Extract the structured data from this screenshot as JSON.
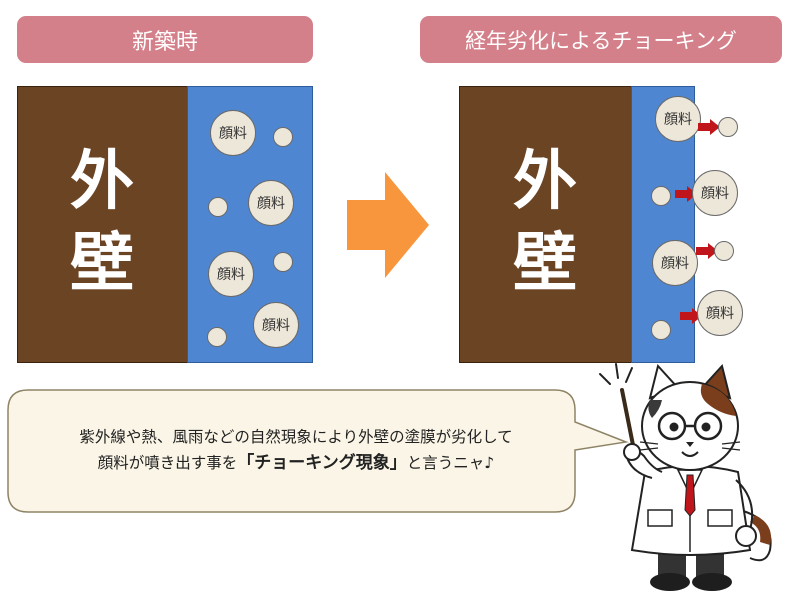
{
  "labels": {
    "new": "新築時",
    "aged": "経年劣化によるチョーキング"
  },
  "wall": {
    "line1": "外",
    "line2": "壁"
  },
  "pigment": "顔料",
  "speech": {
    "line1": "紫外線や熱、風雨などの自然現象により外壁の塗膜が劣化して",
    "line2_pre": "顔料が噴き出す事を",
    "line2_highlight": "「チョーキング現象」",
    "line2_post": "と言うニャ♪"
  },
  "colors": {
    "label_bg": "#d4808a",
    "wall": "#6b4424",
    "coating": "#4f86d2",
    "pigment": "#ede7d9",
    "arrow_big": "#f7963d",
    "arrow_small": "#c0161b",
    "bubble_bg": "#faf5e6"
  }
}
